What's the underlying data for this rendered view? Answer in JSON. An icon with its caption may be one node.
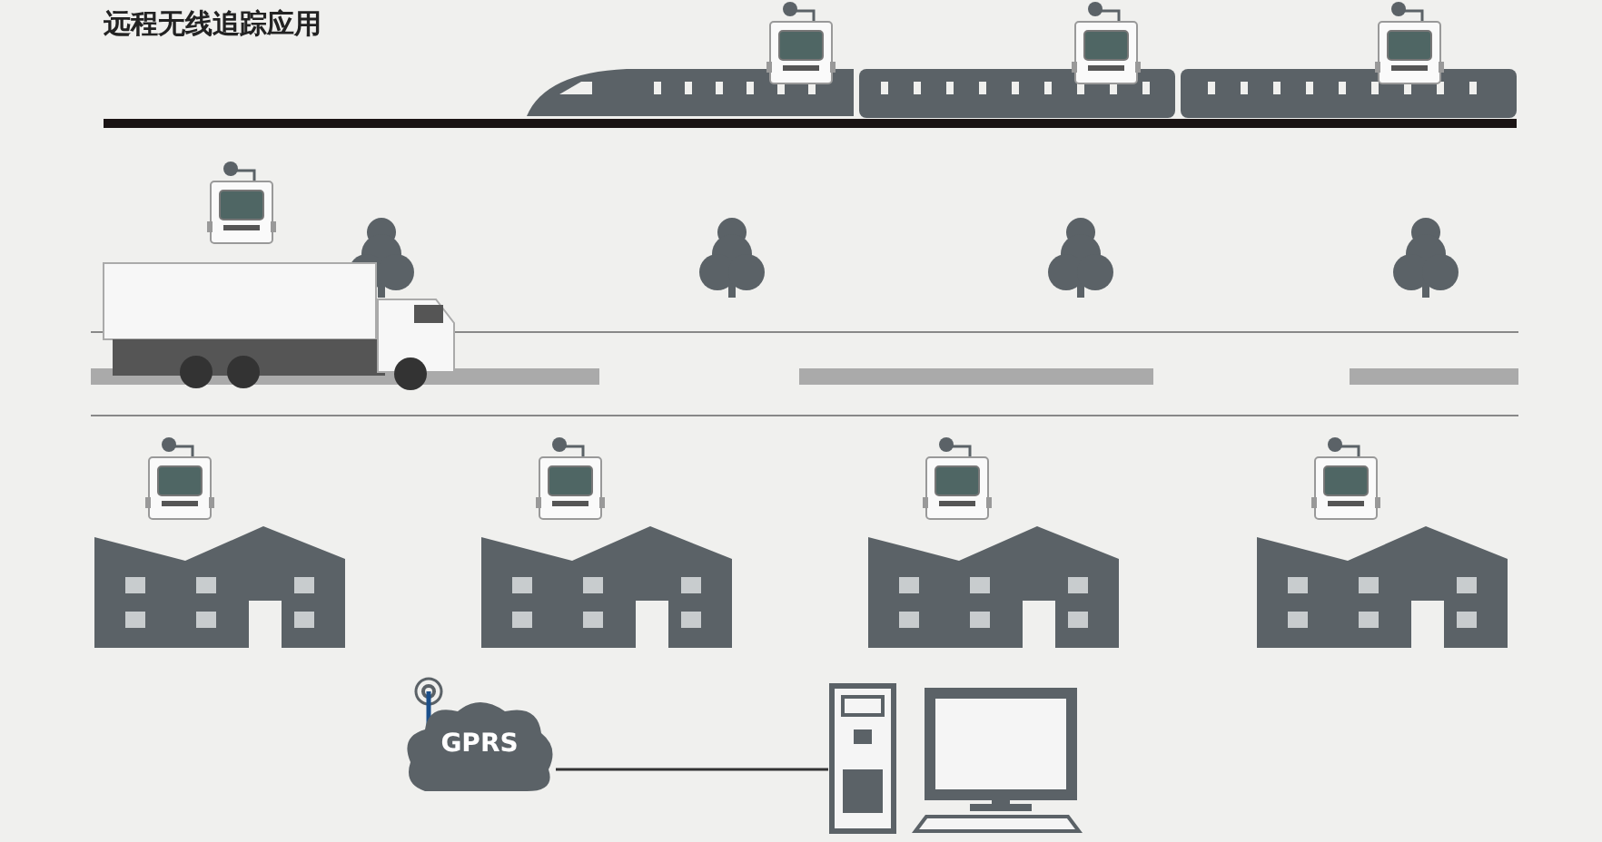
{
  "diagram": {
    "title": "远程无线追踪应用",
    "nodes": [
      {
        "text": [
          "GPRS"
        ]
      },
      {
        "text": [],
        "shape": "picture"
      }
    ],
    "edges": [
      {
        "from": 0,
        "to": 1,
        "arrow": "none"
      }
    ]
  }
}
